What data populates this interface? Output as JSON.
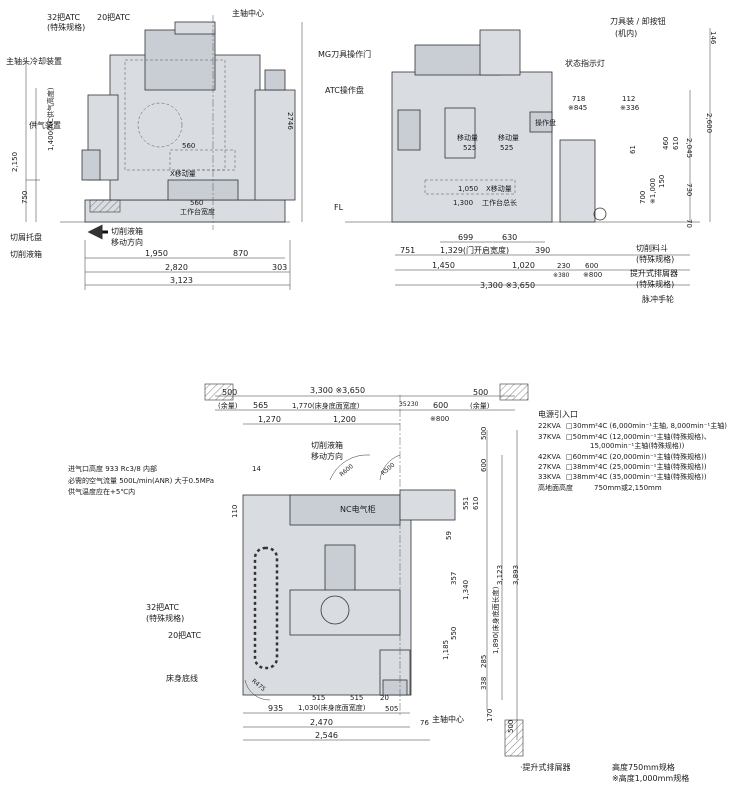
{
  "front_view": {
    "labels": {
      "atc32": "32把ATC",
      "atc32_note": "(特殊规格)",
      "atc20": "20把ATC",
      "spindle_center": "主轴中心",
      "spindle_cooling": "主轴头冷却装置",
      "nc_feed_height": "1,400(NC供气高度)",
      "air_supply": "供气装置",
      "chip_tray": "切屑托盘",
      "coolant": "切削液箱",
      "coolant_move": "切削液箱",
      "move_dir": "移动方向",
      "worktable_width": "工作台宽度",
      "x_travel_label": "X移动量",
      "move_amount": "移动量"
    },
    "dims": {
      "h2150": "2,150",
      "h750": "750",
      "h2746": "2746",
      "w1950": "1,950",
      "w870": "870",
      "w2820": "2,820",
      "w303": "303",
      "w3123": "3,123",
      "w560": "560",
      "w560b": "560"
    }
  },
  "side_view": {
    "labels": {
      "mg_door": "MG刀具操作门",
      "atc_panel": "ATC操作盘",
      "fl": "FL",
      "tool_clamp": "刀具装 / 卸按钮",
      "tool_clamp_note": "(机内)",
      "status_lamp": "状态指示灯",
      "op_panel": "操作盘",
      "x_move": "X移动量",
      "worktable_total": "工作台总长",
      "chip_bucket": "切削料斗",
      "chip_bucket_note": "(特殊规格)",
      "lift_conveyor": "提升式排屑器",
      "lift_conveyor_note": "(特殊规格)",
      "pulse_wheel": "脉冲手轮",
      "move_amount_l": "移动量",
      "move_amount_r": "移动量"
    },
    "dims": {
      "h146": "146",
      "h2600": "2,600",
      "h2045": "2,045",
      "h730": "730",
      "h70": "70",
      "h150": "150",
      "h700": "700",
      "h1000": "※1,000",
      "h61": "61",
      "h460": "460",
      "h610": "610",
      "w718": "718",
      "w845": "※845",
      "w112": "112",
      "w336": "※336",
      "w525a": "525",
      "w525b": "525",
      "w1050": "1,050",
      "w1300": "1,300",
      "w699": "699",
      "w630": "630",
      "w751": "751",
      "w1329": "1,329(门开启宽度)",
      "w390": "390",
      "w1450": "1,450",
      "w1020": "1,020",
      "w230": "230",
      "w380": "※380",
      "w600": "600",
      "w800": "※800",
      "w3300": "3,300 ※3,650"
    }
  },
  "plan_view": {
    "labels": {
      "margin_l": "(余量)",
      "margin_r": "(余量)",
      "bed_base_width": "1,770(床身底面宽度)",
      "coolant": "切削液箱",
      "move_dir": "移动方向",
      "nc_cabinet": "NC电气柜",
      "air_inlet": "进气口高度 933 Rc3/8 内部",
      "air_flow": "必需的空气流量  500L/min(ANR) 大于0.5MPa",
      "air_temp": "供气温度应在+5℃内",
      "atc32": "32把ATC",
      "atc32_note": "(特殊规格)",
      "atc20": "20把ATC",
      "bed_base_line": "床身底线",
      "spindle_center": "主轴中心",
      "bed_base_len": "1,890(床身底面长度)",
      "bed_base_wid2": "1,030(床身底面宽度)"
    },
    "dims": {
      "w500l": "500",
      "w3300": "3,300 ※3,650",
      "w500r": "500",
      "w565": "565",
      "w35": "35",
      "w230": "230",
      "w600": "600",
      "w800": "※800",
      "w1270": "1,270",
      "w1200": "1,200",
      "h14": "14",
      "h110": "110",
      "r600": "R600",
      "r500": "R500",
      "r475": "R475",
      "h500t": "500",
      "h600": "600",
      "h551": "551",
      "h610": "610",
      "h59": "59",
      "h357": "357",
      "h1340": "1,340",
      "h550": "550",
      "h1185": "1,185",
      "h285": "285",
      "h338": "338",
      "h3123": "3,123",
      "h3893": "3,893",
      "h170": "170",
      "h500b": "500",
      "w515a": "515",
      "w515b": "515",
      "w935": "935",
      "w505": "505",
      "w2470": "2,470",
      "w76": "76",
      "w2546": "2,546",
      "w20": "20"
    }
  },
  "power_table": {
    "title": "电源引入口",
    "rows": [
      {
        "kva": "22KVA",
        "spec": "□30mm²4C (6,000min⁻¹主轴, 8,000min⁻¹主轴)"
      },
      {
        "kva": "37KVA",
        "spec": "□50mm²4C (12,000min⁻¹主轴(特殊规格)、"
      },
      {
        "kva": "",
        "spec": "15,000min⁻¹主轴(特殊规格))"
      },
      {
        "kva": "42KVA",
        "spec": "□60mm²4C (20,000min⁻¹主轴(特殊规格))"
      },
      {
        "kva": "27KVA",
        "spec": "□38mm²4C (25,000min⁻¹主轴(特殊规格))"
      },
      {
        "kva": "33KVA",
        "spec": "□38mm²4C (35,000min⁻¹主轴(特殊规格))"
      }
    ],
    "height_label": "高地面高度",
    "height_value": "750mm或2,150mm"
  },
  "footnote": {
    "lift_conveyor": "·提升式排屑器",
    "height_750": "高度750mm规格",
    "height_1000": "※高度1,000mm规格"
  }
}
